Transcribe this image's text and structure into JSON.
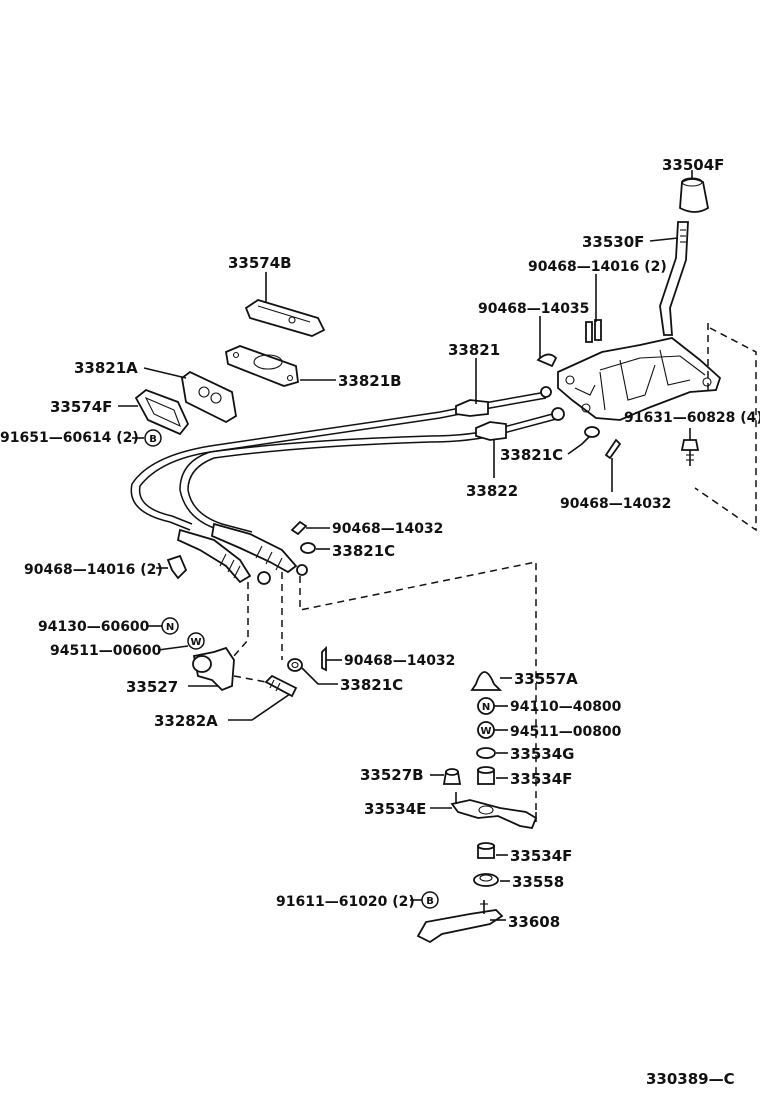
{
  "parts": {
    "p33504F": "33504F",
    "p33530F": "33530F",
    "p90468_14016_2": "90468—14016 (2)",
    "p90468_14035": "90468—14035",
    "p33574B": "33574B",
    "p33821": "33821",
    "p33821A": "33821A",
    "p33821B": "33821B",
    "p33574F": "33574F",
    "p91651_60614": "91651—60614 (2)",
    "p91631_60828": "91631—60828 (4)",
    "p33821C_a": "33821C",
    "p33822": "33822",
    "p90468_14032_a": "90468—14032",
    "p90468_14032_b": "90468—14032",
    "p33821C_b": "33821C",
    "p90468_14016_b": "90468—14016 (2)",
    "p94130_60600": "94130—60600",
    "p94511_00600": "94511—00600",
    "p33527": "33527",
    "p33282A": "33282A",
    "p90468_14032_c": "90468—14032",
    "p33821C_c": "33821C",
    "p33557A": "33557A",
    "p94110_40800": "94110—40800",
    "p94511_00800": "94511—00800",
    "p33534G": "33534G",
    "p33527B": "33527B",
    "p33534F_a": "33534F",
    "p33534E": "33534E",
    "p33534F_b": "33534F",
    "p33558": "33558",
    "p91611_61020": "91611—61020 (2)",
    "p33608": "33608"
  },
  "symbols": {
    "nut": "N",
    "washer": "W",
    "bolt": "B"
  },
  "figure_code": "330389—C"
}
